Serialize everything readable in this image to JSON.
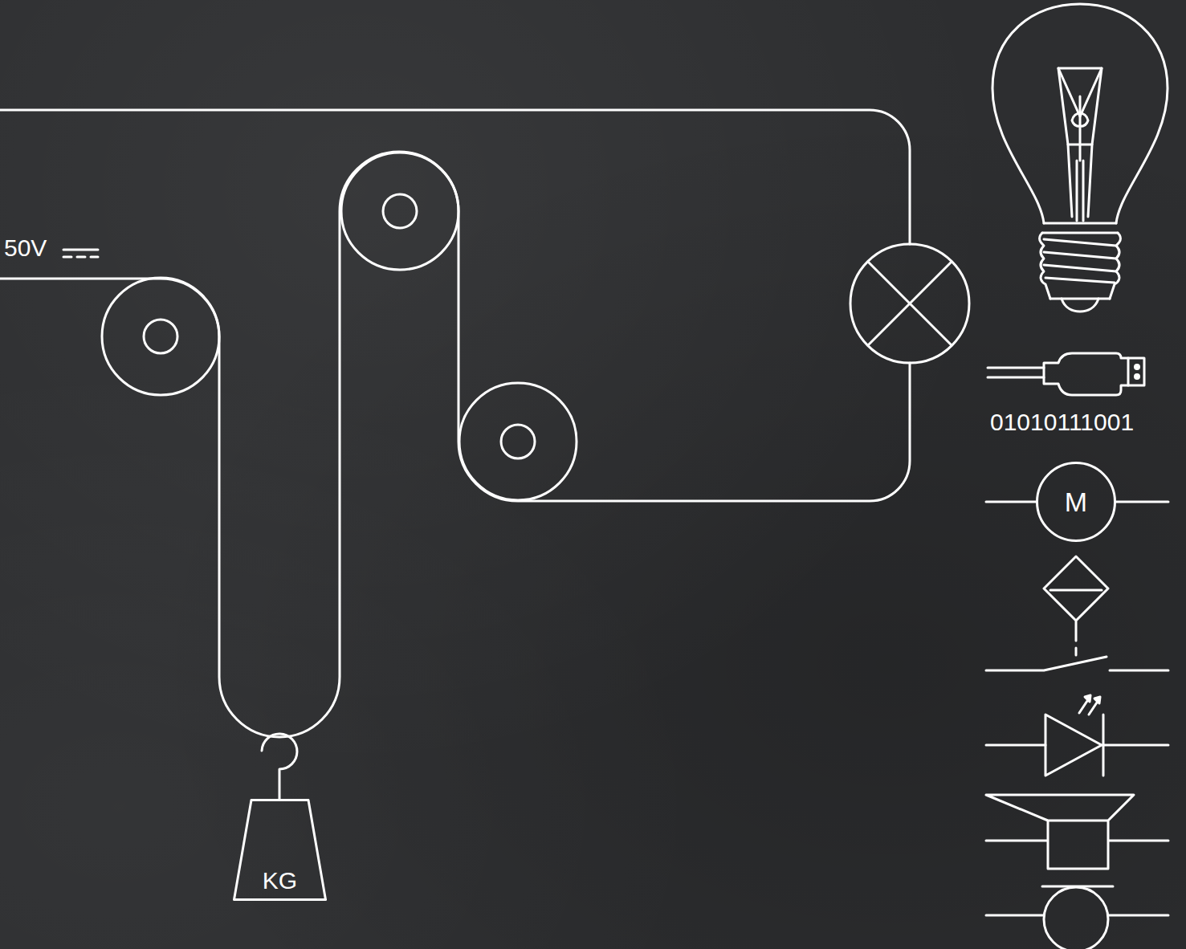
{
  "diagram": {
    "nodes": [
      {
        "text": [
          "KG"
        ]
      },
      {
        "text": [
          "M"
        ]
      }
    ],
    "labels": [
      "50V",
      "01010111001"
    ]
  }
}
